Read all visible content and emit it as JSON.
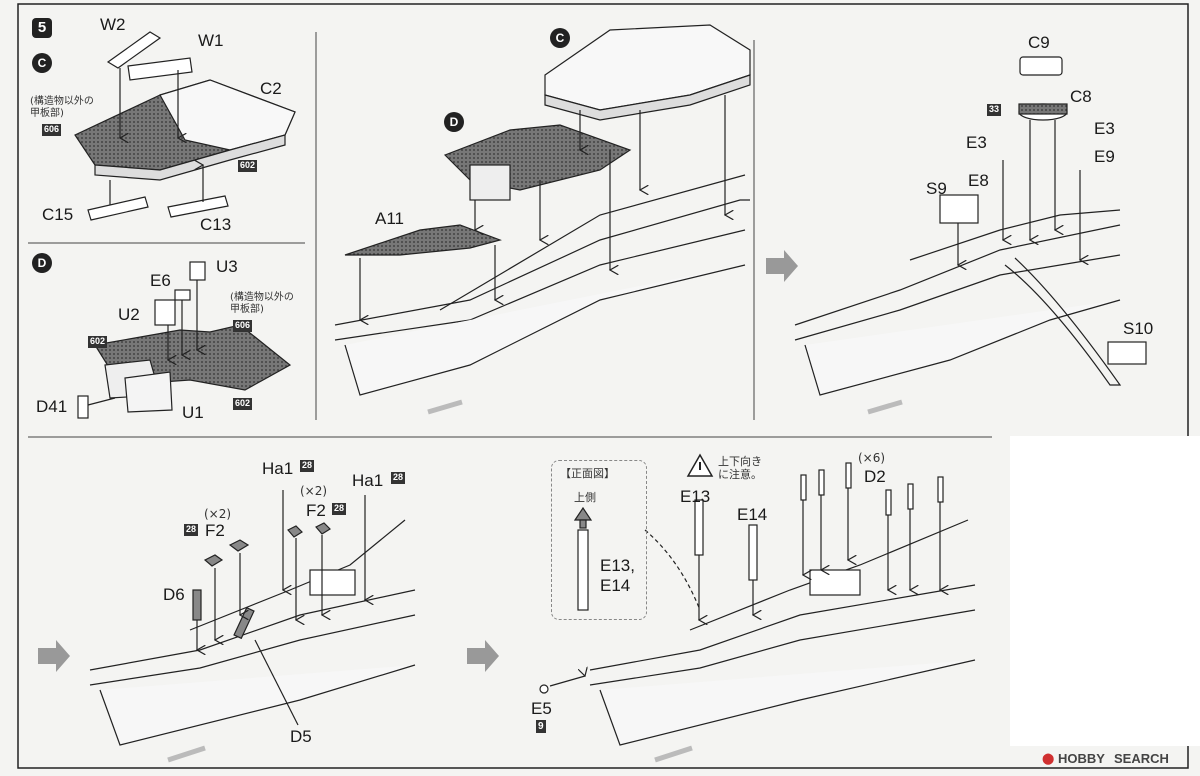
{
  "step": {
    "number": "5"
  },
  "sub": {
    "c": "C",
    "d": "D"
  },
  "parts": {
    "w2": "W2",
    "w1": "W1",
    "c2": "C2",
    "c15": "C15",
    "c13": "C13",
    "e6": "E6",
    "u3": "U3",
    "u2": "U2",
    "d41": "D41",
    "u1": "U1",
    "a11": "A11",
    "c9": "C9",
    "c8": "C8",
    "e3a": "E3",
    "e3b": "E3",
    "e9": "E9",
    "e8": "E8",
    "s9": "S9",
    "s10": "S10",
    "ha1a": "Ha1",
    "ha1b": "Ha1",
    "f2a": "F2",
    "f2b": "F2",
    "d6": "D6",
    "d5": "D5",
    "e13": "E13",
    "e14": "E14",
    "d2": "D2",
    "e5": "E5",
    "e13e14": "E13,\nE14"
  },
  "paint": {
    "p606a": "606",
    "p602a": "602",
    "p602b": "602",
    "p606b": "606",
    "p602c": "602",
    "p33": "33",
    "p28a": "28",
    "p28b": "28",
    "p28c": "28",
    "p9": "9"
  },
  "notes": {
    "deck1": "(構造物以外の\n甲板部)",
    "deck2": "(構造物以外の\n甲板部)",
    "updown": "上下向き\nに注意。",
    "front_title": "【正面図】",
    "top_side": "上側",
    "x2a": "(×2)",
    "x2b": "(×2)",
    "x6": "(×6)"
  },
  "watermark": {
    "hobby": "HOBBY",
    "search": "SEARCH"
  }
}
